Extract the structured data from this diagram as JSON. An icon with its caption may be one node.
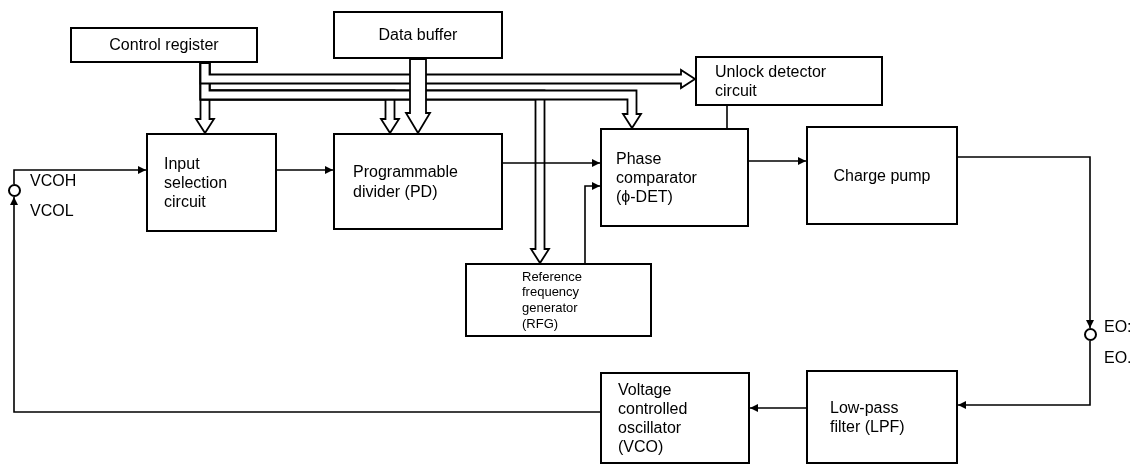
{
  "diagram": {
    "nodes": [
      {
        "text": [
          "Control register"
        ]
      },
      {
        "text": [
          "Data buffer"
        ]
      },
      {
        "text": [
          "Unlock detector circuit"
        ]
      },
      {
        "text": [
          "Input selection circuit"
        ]
      },
      {
        "text": [
          "Programmable divider (PD)"
        ]
      },
      {
        "text": [
          "Phase comparator (ϕ-DET)"
        ]
      },
      {
        "text": [
          "Charge pump"
        ]
      },
      {
        "text": [
          "Reference frequency generator (RFG)"
        ]
      },
      {
        "text": [
          "Voltage controlled oscillator (VCO)"
        ]
      },
      {
        "text": [
          "Low-pass filter (LPF)"
        ]
      },
      {
        "text": [],
        "shape": "circle",
        "beside": [
          "VCOH",
          "VCOL"
        ]
      },
      {
        "text": [],
        "shape": "circle",
        "beside": [
          "EO:",
          "EO."
        ]
      }
    ],
    "edges": [
      {
        "from": 0,
        "to": 3,
        "arrow": "to",
        "style": "thick"
      },
      {
        "from": 0,
        "to": 4,
        "arrow": "to",
        "style": "thick"
      },
      {
        "from": 0,
        "to": 7,
        "arrow": "to",
        "style": "thick"
      },
      {
        "from": 0,
        "to": 5,
        "arrow": "to",
        "style": "thick"
      },
      {
        "from": 0,
        "to": 2,
        "arrow": "to",
        "style": "thick"
      },
      {
        "from": 1,
        "to": 4,
        "arrow": "to",
        "style": "thick"
      },
      {
        "from": 3,
        "to": 4,
        "arrow": "to"
      },
      {
        "from": 4,
        "to": 5,
        "arrow": "to"
      },
      {
        "from": 7,
        "to": 5,
        "arrow": "to"
      },
      {
        "from": 5,
        "to": 6,
        "arrow": "to"
      },
      {
        "from": 2,
        "to": 5,
        "arrow": "none"
      },
      {
        "from": 6,
        "to": 11,
        "arrow": "to"
      },
      {
        "from": 11,
        "to": 9,
        "arrow": "to"
      },
      {
        "from": 9,
        "to": 8,
        "arrow": "to"
      },
      {
        "from": 8,
        "to": 10,
        "arrow": "to"
      },
      {
        "from": 10,
        "to": 3,
        "arrow": "to"
      }
    ]
  }
}
